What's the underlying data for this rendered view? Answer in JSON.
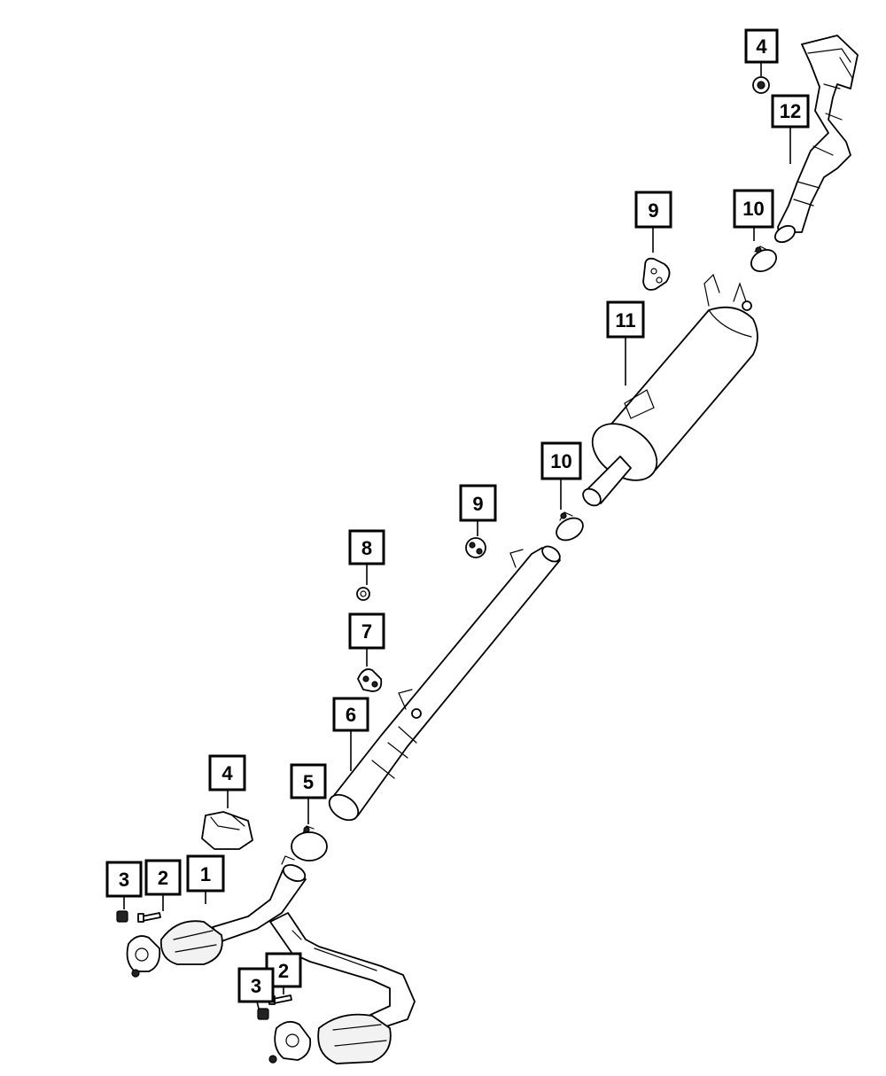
{
  "callouts": [
    {
      "id": "c1",
      "label": "1"
    },
    {
      "id": "c2a",
      "label": "2"
    },
    {
      "id": "c2b",
      "label": "2"
    },
    {
      "id": "c3a",
      "label": "3"
    },
    {
      "id": "c3b",
      "label": "3"
    },
    {
      "id": "c4a",
      "label": "4"
    },
    {
      "id": "c4b",
      "label": "4"
    },
    {
      "id": "c5",
      "label": "5"
    },
    {
      "id": "c6",
      "label": "6"
    },
    {
      "id": "c7",
      "label": "7"
    },
    {
      "id": "c8",
      "label": "8"
    },
    {
      "id": "c9a",
      "label": "9"
    },
    {
      "id": "c9b",
      "label": "9"
    },
    {
      "id": "c10a",
      "label": "10"
    },
    {
      "id": "c10b",
      "label": "10"
    },
    {
      "id": "c11",
      "label": "11"
    },
    {
      "id": "c12",
      "label": "12"
    }
  ]
}
